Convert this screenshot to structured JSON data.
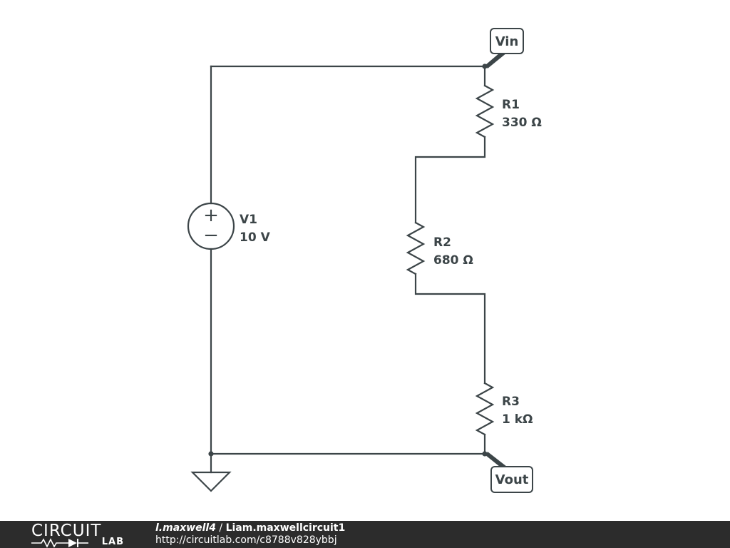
{
  "schematic": {
    "source": {
      "name": "V1",
      "value": "10 V",
      "plus": "+",
      "minus": "−"
    },
    "resistors": [
      {
        "name": "R1",
        "value": "330 Ω"
      },
      {
        "name": "R2",
        "value": "680 Ω"
      },
      {
        "name": "R3",
        "value": "1 kΩ"
      }
    ],
    "net_labels": {
      "top": "Vin",
      "bottom": "Vout"
    }
  },
  "footer": {
    "logo_top": "CIRCUIT",
    "logo_bottom": "LAB",
    "author": "l.maxwell4",
    "separator": " / ",
    "title": "Liam.maxwellcircuit1",
    "url": "http://circuitlab.com/c8788v828ybbj"
  },
  "colors": {
    "wire": "#3c4548",
    "footer_bg": "#2c2c2c",
    "footer_text": "#ffffff"
  }
}
